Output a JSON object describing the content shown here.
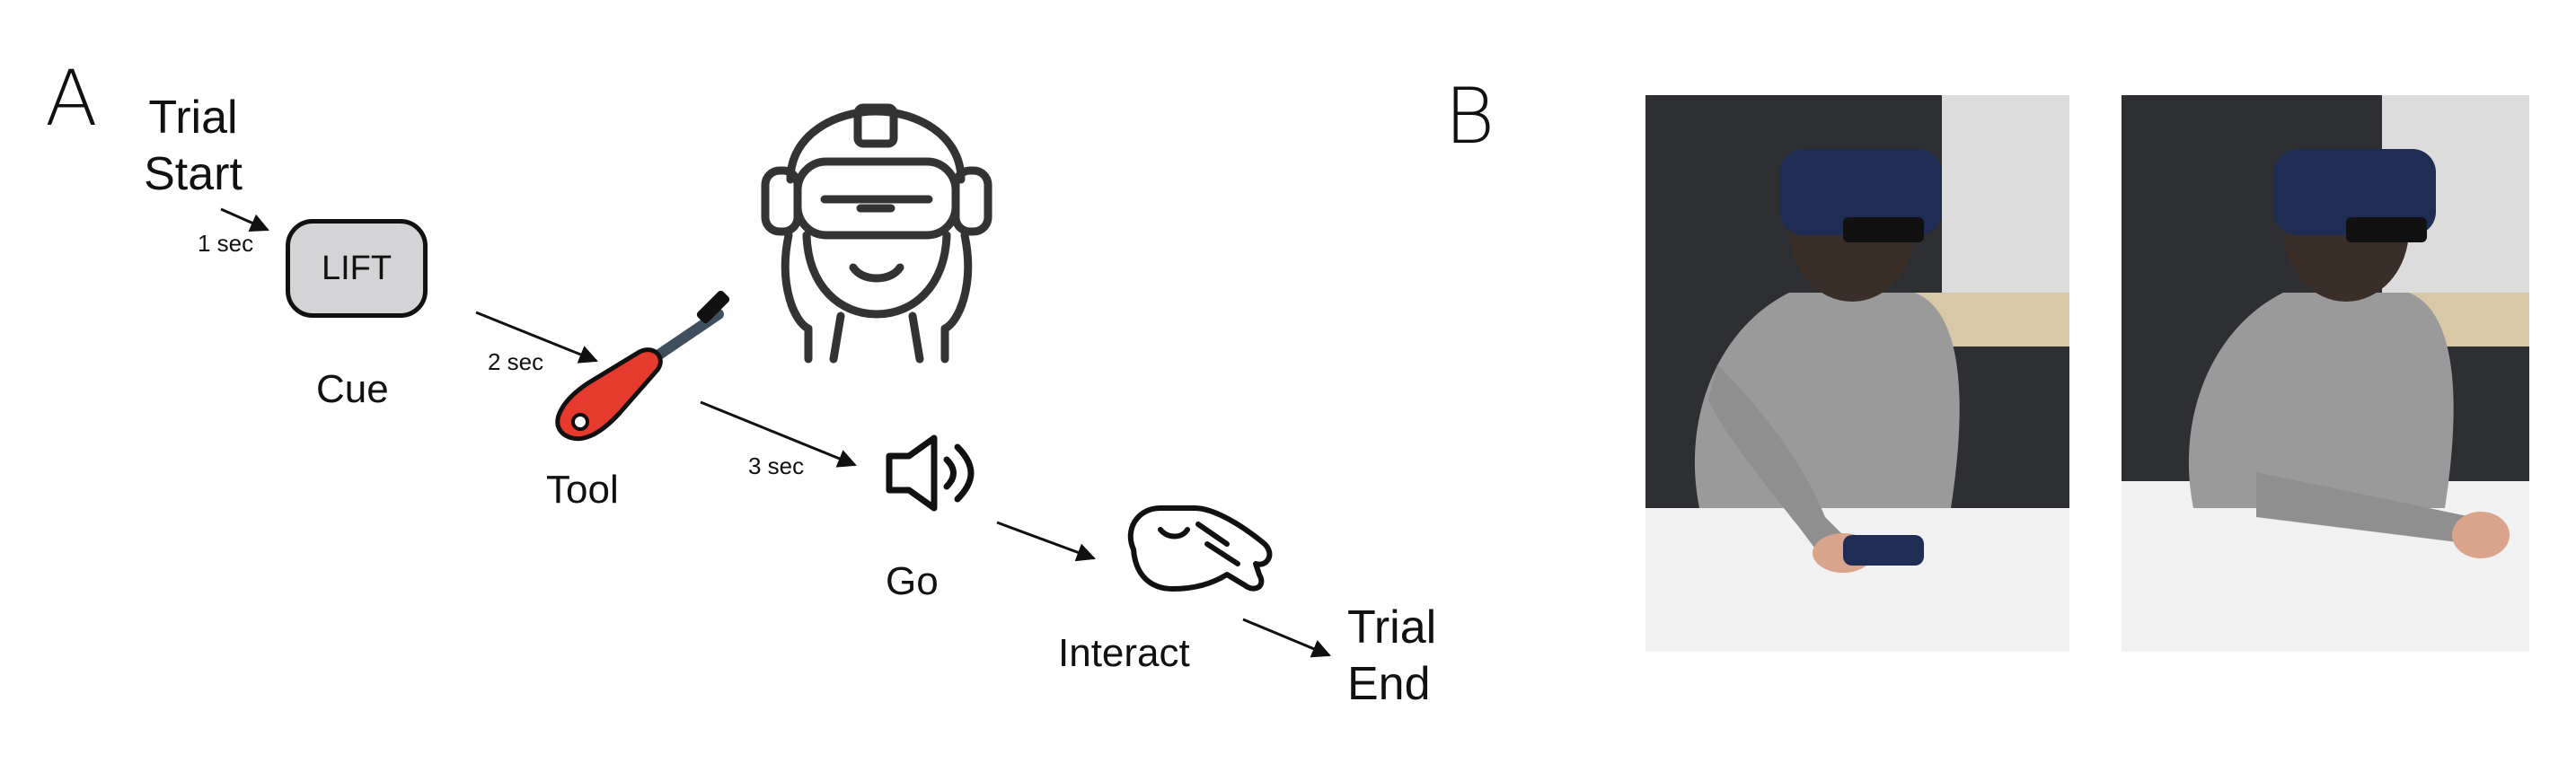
{
  "panel_a": {
    "letter": "A",
    "trial_start": "Trial\nStart",
    "lift": "LIFT",
    "cue": "Cue",
    "tool": "Tool",
    "go": "Go",
    "interact": "Interact",
    "trial_end": "Trial\nEnd",
    "delays": [
      "1 sec",
      "2 sec",
      "3 sec"
    ],
    "icons": [
      "lift-cue-box",
      "screwdriver-icon",
      "vr-headset-person-icon",
      "speaker-icon",
      "grasping-hand-icon"
    ]
  },
  "panel_b": {
    "letter": "B",
    "photos": [
      {
        "description_icon": "photo-participant-holding-controller"
      },
      {
        "description_icon": "photo-participant-empty-hand"
      }
    ]
  },
  "colors": {
    "lift_fill": "#d4d4d6",
    "screwdriver_red": "#e63a2e",
    "screwdriver_shaft": "#3f4f5d",
    "headset_navy": "#1f2d55",
    "hoodie_gray": "#9a9a9a"
  }
}
